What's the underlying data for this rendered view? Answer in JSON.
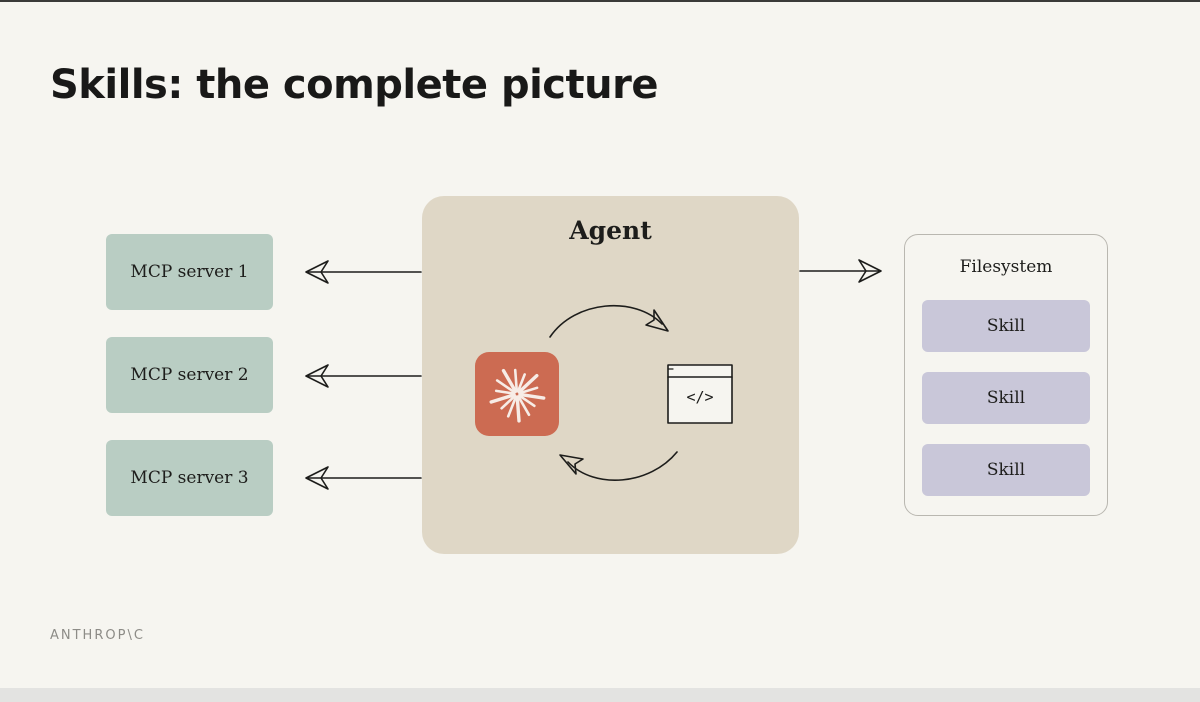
{
  "slide": {
    "title": "Skills: the complete picture",
    "brand": "ANTHROP\\C"
  },
  "mcp_servers": [
    {
      "label": "MCP server 1"
    },
    {
      "label": "MCP server 2"
    },
    {
      "label": "MCP server 3"
    }
  ],
  "agent": {
    "label": "Agent",
    "icons": [
      "claude-sunburst-icon",
      "code-window-icon"
    ]
  },
  "filesystem": {
    "label": "Filesystem",
    "skills": [
      {
        "label": "Skill"
      },
      {
        "label": "Skill"
      },
      {
        "label": "Skill"
      }
    ]
  },
  "colors": {
    "background": "#f6f5f0",
    "mcp_fill": "#b9cdc3",
    "agent_fill": "#dfd7c6",
    "claude_orange": "#cc6b52",
    "skill_fill": "#c9c7d9",
    "line": "#1d1d1b"
  }
}
